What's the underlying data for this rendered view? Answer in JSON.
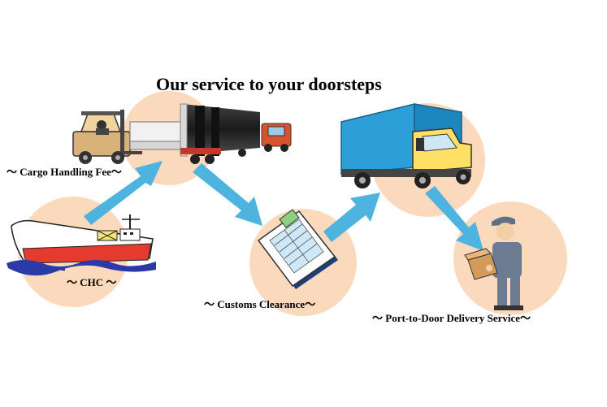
{
  "title": "Our service to your doorsteps",
  "steps": [
    {
      "label": "～ Cargo Handling Fee～",
      "icon": "forklift-and-truck-icon"
    },
    {
      "label": "～ CHC ～",
      "icon": "cargo-ship-icon"
    },
    {
      "label": "～ Customs Clearance～",
      "icon": "clipboard-icon"
    },
    {
      "label": "～ Port-to-Door Delivery Service～",
      "icon": "delivery-truck-icon"
    },
    {
      "label": "",
      "icon": "delivery-worker-icon"
    }
  ],
  "colors": {
    "circle": "#fbd9bd",
    "arrow": "#4fb3e0",
    "ship_hull": "#e53b2e",
    "truck_cab": "#ffe066",
    "truck_box": "#2c9fd8",
    "water": "#2b3aa6"
  }
}
